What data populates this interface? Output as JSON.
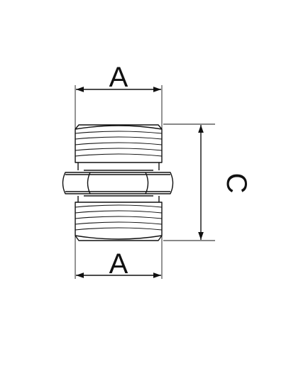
{
  "dimensions": {
    "top_width_label": "A",
    "bottom_width_label": "A",
    "height_label": "C"
  },
  "colors": {
    "line": "#111111",
    "background": "#ffffff"
  }
}
